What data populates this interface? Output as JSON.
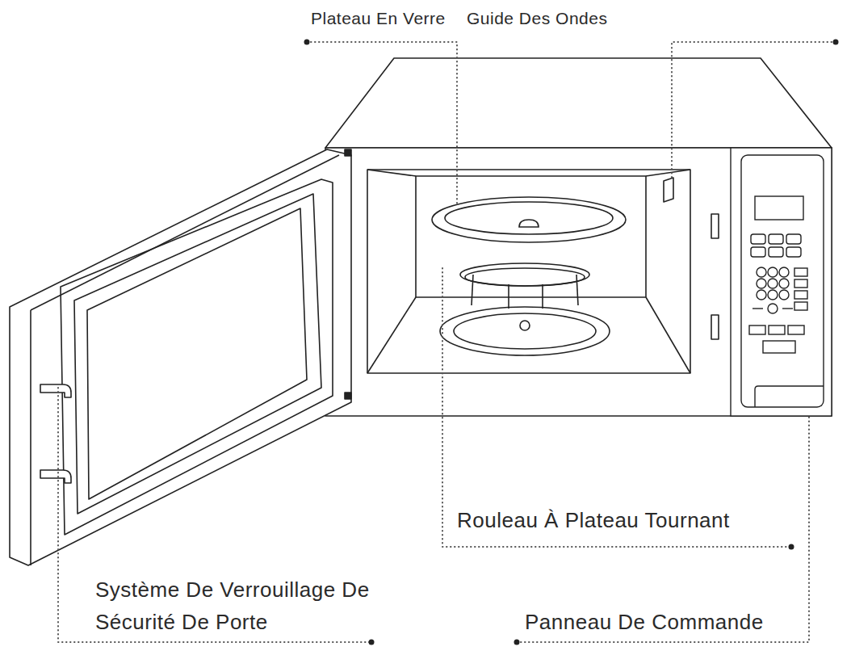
{
  "diagram": {
    "labels": [
      "Plateau En Verre",
      "Guide Des Ondes",
      "Rouleau À Plateau Tournant",
      "Système De Verrouillage De Sécurité De Porte",
      "Panneau De Commande"
    ]
  }
}
